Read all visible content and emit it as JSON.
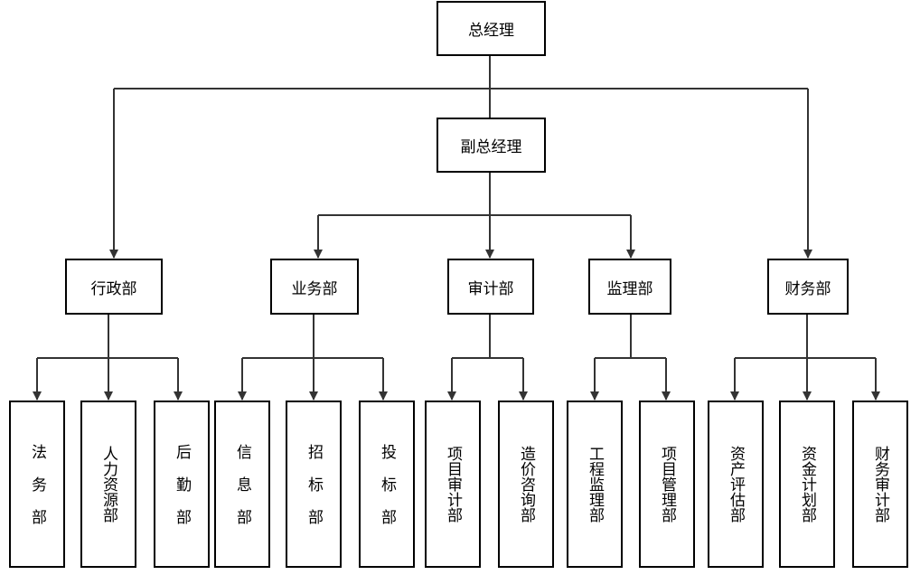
{
  "org_chart": {
    "general_manager": "总经理",
    "deputy_general_manager": "副总经理",
    "departments": [
      {
        "key": "admin",
        "label": "行政部",
        "children": [
          "法务部",
          "人力资源部",
          "后勤部"
        ]
      },
      {
        "key": "business",
        "label": "业务部",
        "children": [
          "信息部",
          "招标部",
          "投标部"
        ]
      },
      {
        "key": "audit",
        "label": "审计部",
        "children": [
          "项目审计部",
          "造价咨询部"
        ]
      },
      {
        "key": "supervision",
        "label": "监理部",
        "children": [
          "工程监理部",
          "项目管理部"
        ]
      },
      {
        "key": "finance",
        "label": "财务部",
        "children": [
          "资产评估部",
          "资金计划部",
          "财务审计部"
        ]
      }
    ]
  },
  "colors": {
    "line": "#333333",
    "border": "#000000",
    "background": "#ffffff"
  }
}
